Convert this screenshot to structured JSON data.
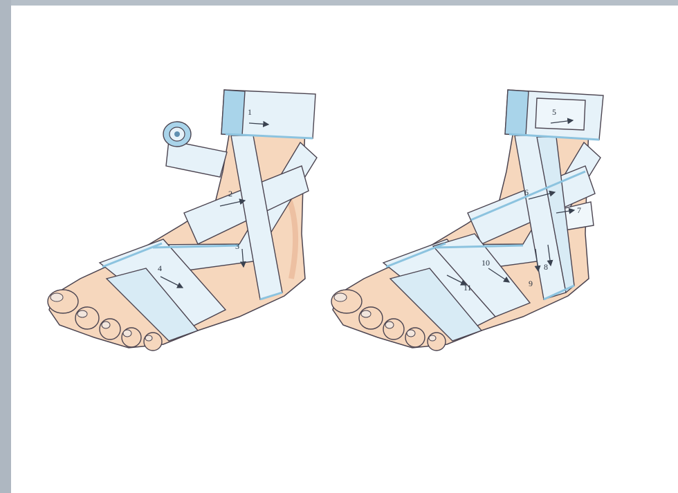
{
  "figure": {
    "panels": [
      {
        "id": "left",
        "turn_labels": [
          "1",
          "2",
          "3",
          "4"
        ]
      },
      {
        "id": "right",
        "turn_labels": [
          "5",
          "6",
          "7",
          "8",
          "9",
          "10",
          "11"
        ]
      }
    ]
  },
  "colors": {
    "skin": "#f6d7bd",
    "skin_shadow": "#e7b08f",
    "bandage": "#e6f2f9",
    "bandage_edge": "#8cc3df",
    "outline": "#4b4450",
    "arrow": "#3a4250"
  },
  "icons": [
    "bandage-roll-icon",
    "direction-arrow-icon"
  ]
}
